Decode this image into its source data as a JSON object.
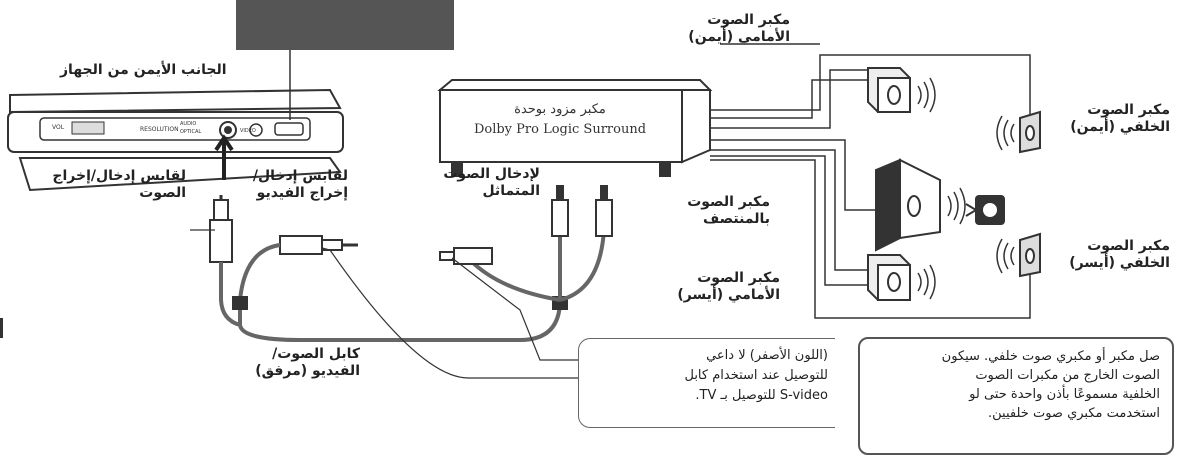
{
  "labels": {
    "device_right_side": "الجانب الأيمن من الجهاز",
    "audio_jack": [
      "لقابس إدخال/إخراج",
      "الصوت"
    ],
    "video_jack": [
      "لقابس إدخال/",
      "إخراج الفيديو"
    ],
    "av_cable": [
      "كابل الصوت/",
      "الفيديو (مرفق)"
    ],
    "analog_audio_in": [
      "لإدخال الصوت",
      "المتماثل"
    ],
    "amplifier": [
      "مكبر مزود بوحدة",
      "Dolby Pro Logic Surround"
    ],
    "front_right": [
      "مكبر الصوت",
      "الأمامي (أيمن)"
    ],
    "center": [
      "مكبر الصوت",
      "بالمنتصف"
    ],
    "front_left": [
      "مكبر الصوت",
      "الأمامي (أيسر)"
    ],
    "rear_right": [
      "مكبر الصوت",
      "الخلفي (أيمن)"
    ],
    "rear_left": [
      "مكبر الصوت",
      "الخلفي (أيسر)"
    ],
    "yellow_note": [
      "(اللون الأصفر) لا داعي",
      "للتوصيل عند استخدام كابل",
      "S-video للتوصيل بـ TV."
    ],
    "rear_note": [
      "صل مكبر أو مكبري صوت خلفي. سيكون",
      "الصوت الخارج من مكبرات الصوت",
      "الخلفية مسموعًا بأذن واحدة حتى لو",
      "استخدمت مكبري صوت خلفيين."
    ]
  },
  "device_panel_text": [
    "VOL",
    "RESOLUTION",
    "AUDIO",
    "OPTICAL",
    "VIDEO"
  ]
}
